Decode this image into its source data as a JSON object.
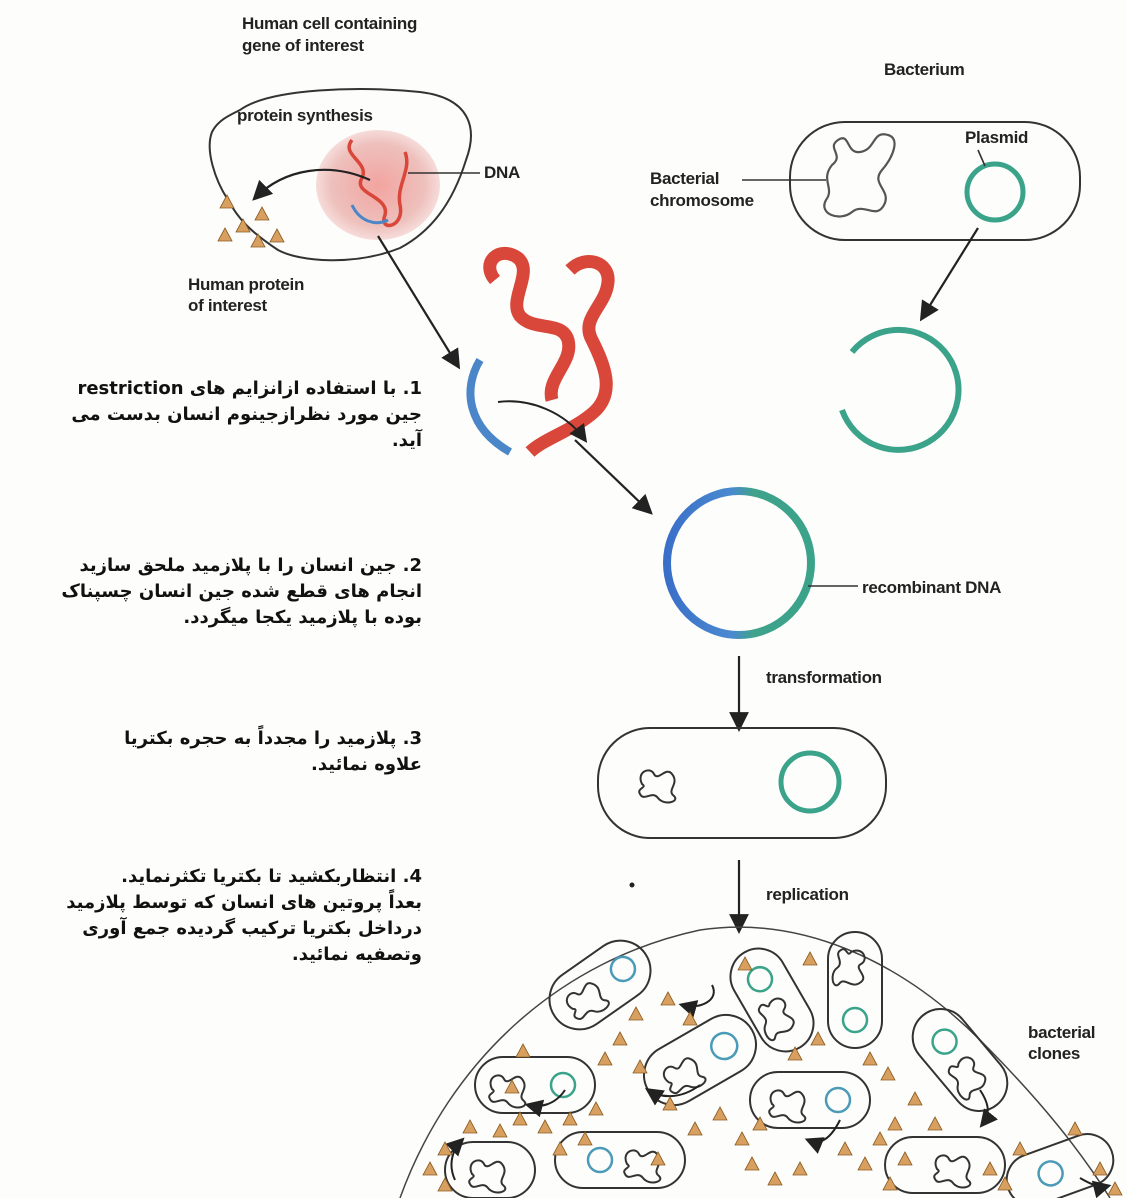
{
  "labels": {
    "human_cell_title": [
      "Human cell containing",
      "gene of interest"
    ],
    "bacterium_title": "Bacterium",
    "protein_synthesis": "protein synthesis",
    "dna": "DNA",
    "human_protein": [
      "Human protein",
      "of interest"
    ],
    "plasmid": "Plasmid",
    "bacterial_chromosome": [
      "Bacterial",
      "chromosome"
    ],
    "recombinant_dna": "recombinant DNA",
    "transformation": "transformation",
    "replication": "replication",
    "bacterial_clones": [
      "bacterial",
      "clones"
    ]
  },
  "steps": [
    {
      "number": "1.",
      "lines": [
        "با استفاده ازانزایم های restriction",
        "جین مورد نظرازجینوم انسان بدست می",
        "آید."
      ]
    },
    {
      "number": "2.",
      "lines": [
        "جین انسان را با پلازمید ملحق سازید",
        "انجام های قطع شده جین انسان چسپناک",
        "بوده با پلازمید یکجا میگردد."
      ]
    },
    {
      "number": "3.",
      "lines": [
        "پلازمید را مجدداً به حجره بکتریا",
        "علاوه نمائید."
      ]
    },
    {
      "number": "4.",
      "lines": [
        "انتظاربکشید تا بکتریا تکثرنماید.",
        "بعداً پروتین های انسان که توسط پلازمید",
        "درداخل بکتریا ترکیب گردیده جمع آوری",
        "وتصفیه نمائید."
      ]
    }
  ],
  "colors": {
    "human_dna": "#d9463a",
    "gene": "#4a86c8",
    "plasmid": "#3aa38a",
    "nucleus": "#eeb0ac",
    "protein": "#d8a060",
    "outline": "#333333"
  }
}
